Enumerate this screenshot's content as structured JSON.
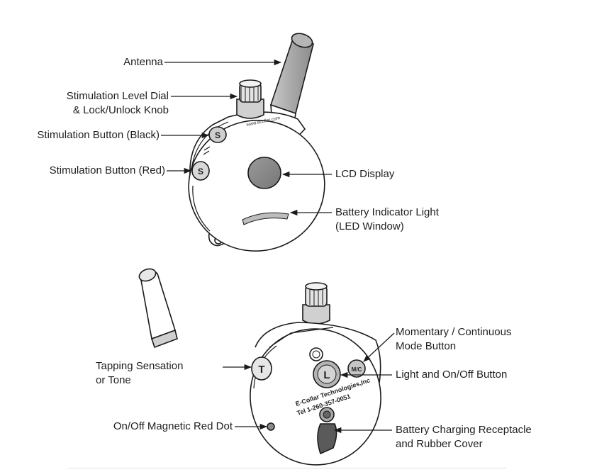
{
  "device_top": {
    "labels": {
      "antenna": "Antenna",
      "dial_line1": "Stimulation Level Dial",
      "dial_line2": "& Lock/Unlock Knob",
      "stim_black": "Stimulation Button (Black)",
      "stim_red": "Stimulation Button (Red)",
      "lcd": "LCD Display",
      "battery_line1": "Battery Indicator Light",
      "battery_line2": "(LED Window)"
    },
    "button_glyphs": {
      "black": "S",
      "red": "S"
    },
    "rim_text": "www.ecollar.com"
  },
  "device_bottom": {
    "labels": {
      "mode_line1": "Momentary / Continuous",
      "mode_line2": "Mode Button",
      "tapping_line1": "Tapping Sensation",
      "tapping_line2": "or Tone",
      "light_onoff": "Light and On/Off Button",
      "magnetic_dot": "On/Off Magnetic Red Dot",
      "charging_line1": "Battery Charging Receptacle",
      "charging_line2": "and Rubber Cover"
    },
    "button_glyphs": {
      "tone": "T",
      "light": "L",
      "mode": "M/C"
    },
    "engraving_line1": "E-Collar Technologies,Inc",
    "engraving_line2": "Tel 1-260-357-0051"
  },
  "colors": {
    "line": "#1a1a1a",
    "device_fill": "#ffffff",
    "shade": "#bdbdbd",
    "dark": "#555555"
  }
}
